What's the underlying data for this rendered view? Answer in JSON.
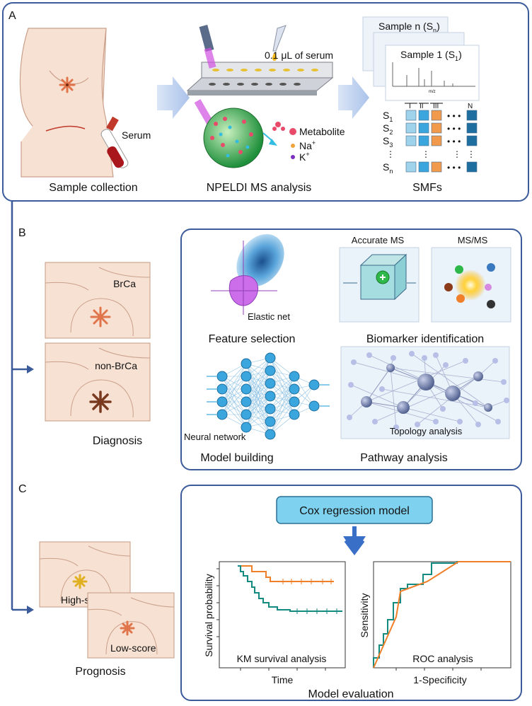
{
  "panels": {
    "a": {
      "letter": "A",
      "serum_label": "Serum",
      "serum_volume": "0.1 μL of serum",
      "legend": {
        "metabolite": "Metabolite",
        "na": "Na",
        "na_sup": "+",
        "k": "K",
        "k_sup": "+"
      },
      "spectrum": {
        "sample_n": "Sample n (S",
        "sample_n_sub": "n",
        "sample_1": "Sample 1 (S",
        "sample_1_sub": "1",
        "close": ")",
        "axis": "m/z"
      },
      "matrix": {
        "cols": [
          "I",
          "II",
          "III",
          "N"
        ],
        "rows": [
          {
            "base": "S",
            "sub": "1"
          },
          {
            "base": "S",
            "sub": "2"
          },
          {
            "base": "S",
            "sub": "3"
          },
          {
            "base": "S",
            "sub": "n"
          }
        ],
        "dots": "• • •",
        "vdots": "⋮",
        "colors": [
          "#9fd3ec",
          "#3ba6dd",
          "#f19a4c",
          "#1e6fa0"
        ]
      },
      "captions": {
        "collection": "Sample collection",
        "analysis": "NPELDI MS analysis",
        "smfs": "SMFs"
      }
    },
    "b": {
      "letter": "B",
      "brca": "BrCa",
      "non_brca": "non-BrCa",
      "diagnosis": "Diagnosis",
      "elastic_net": "Elastic net",
      "feature_selection": "Feature selection",
      "accurate_ms": "Accurate MS",
      "msms": "MS/MS",
      "biomarker": "Biomarker identification",
      "neural_network": "Neural network",
      "model_building": "Model building",
      "topology": "Topology analysis",
      "pathway": "Pathway analysis"
    },
    "c": {
      "letter": "C",
      "high_score": "High-score",
      "low_score": "Low-score",
      "prognosis": "Prognosis",
      "cox": "Cox regression model",
      "km": {
        "ylabel": "Survival probability",
        "xlabel": "Time",
        "caption": "KM survival analysis",
        "colors": {
          "high": "#f07f2a",
          "low": "#138a82"
        }
      },
      "roc": {
        "ylabel": "Sensitivity",
        "xlabel": "1-Specificity",
        "caption": "ROC analysis"
      },
      "model_evaluation": "Model evaluation"
    }
  },
  "colors": {
    "frame": "#3b5b9a",
    "skin": "#f7e1d3",
    "accent_blue": "#7fd2ef"
  }
}
